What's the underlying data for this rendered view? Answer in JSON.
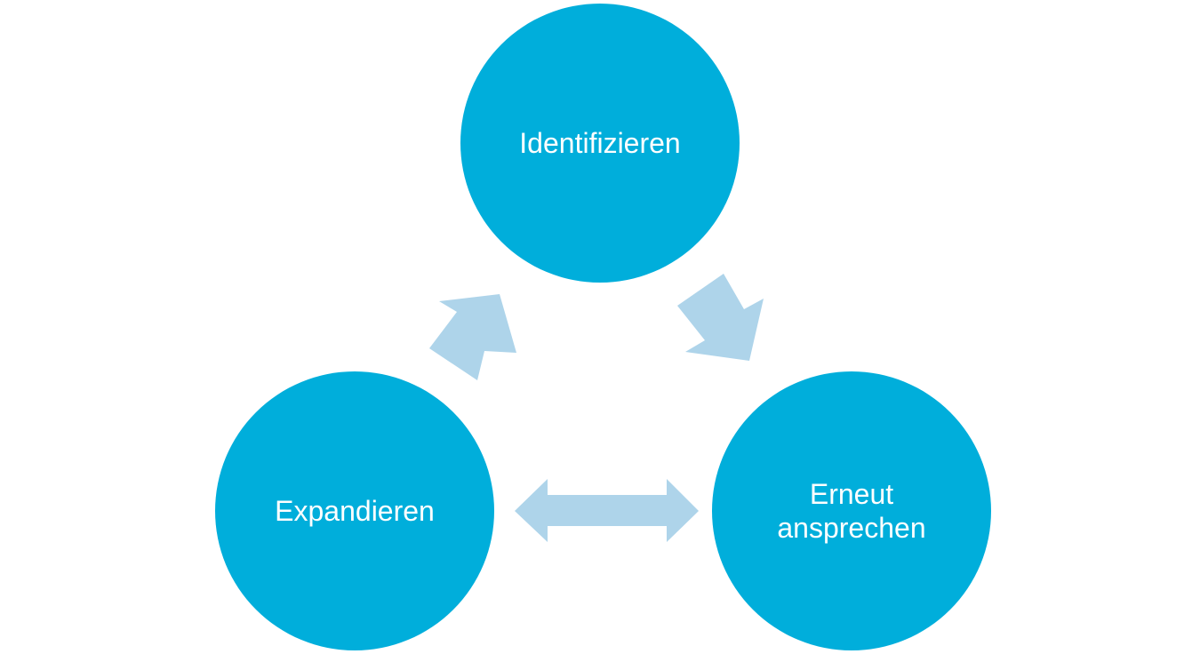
{
  "colors": {
    "node_fill": "#00AEDB",
    "arrow_fill": "#AED4EA",
    "text": "#FFFFFF"
  },
  "nodes": {
    "identify": {
      "label": "Identifizieren"
    },
    "expand": {
      "label": "Expandieren"
    },
    "readdress": {
      "label": "Erneut\nansprechen"
    }
  },
  "connections": [
    {
      "from": "expand",
      "to": "identify",
      "direction": "one-way"
    },
    {
      "from": "identify",
      "to": "readdress",
      "direction": "one-way"
    },
    {
      "from": "expand",
      "to": "readdress",
      "direction": "two-way"
    }
  ]
}
